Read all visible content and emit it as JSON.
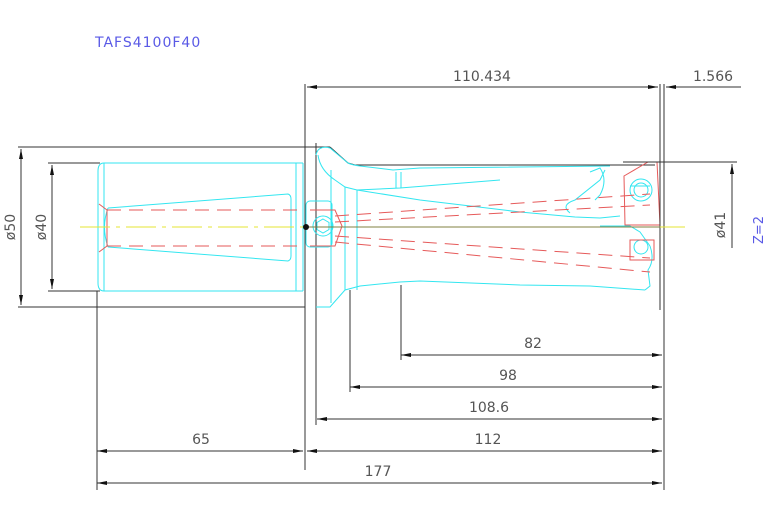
{
  "title": "TAFS4100F40",
  "note": "Z=2",
  "colors": {
    "title": "#5a5ae6",
    "body_outline": "#33e6f0",
    "hidden_lines": "#e65a5a",
    "center_line": "#e6e633",
    "dimension_lines": "#333333",
    "dimension_text": "#555555"
  },
  "dimensions": {
    "top_length": "110.434",
    "top_offset": "1.566",
    "shank_outer_dia": "ø50",
    "shank_inner_dia": "ø40",
    "drill_dia": "ø41",
    "flute_length": "82",
    "body_length_98": "98",
    "body_length_108": "108.6",
    "shank_length": "65",
    "head_length": "112",
    "overall_length": "177"
  }
}
